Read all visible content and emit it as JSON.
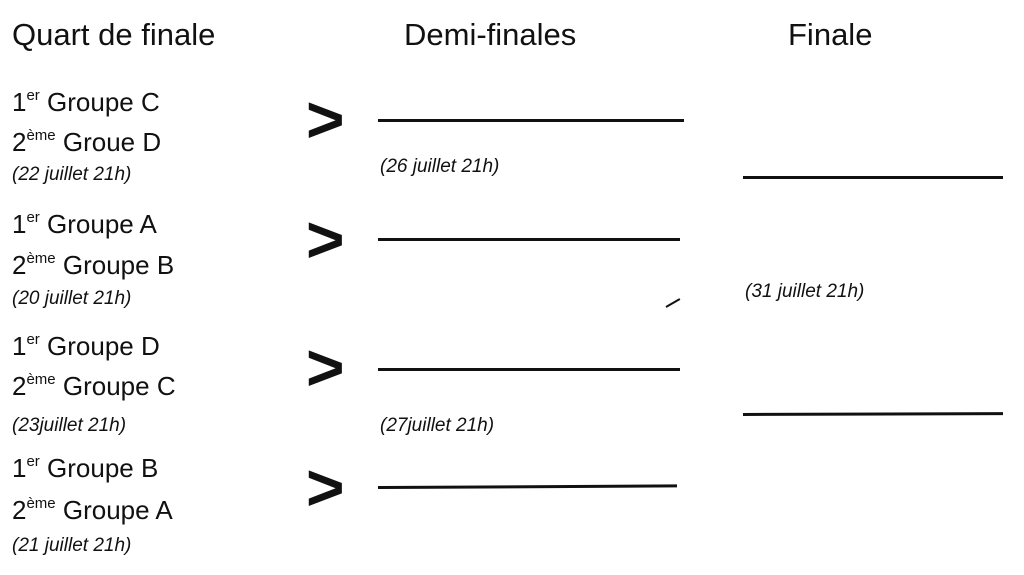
{
  "headers": {
    "quarter": "Quart de finale",
    "semi": "Demi-finales",
    "final": "Finale"
  },
  "quarterfinals": [
    {
      "team1": {
        "rank": "1",
        "sup": "er",
        "group": " Groupe C"
      },
      "team2": {
        "rank": "2",
        "sup": "ème",
        "group": " Groue D"
      },
      "date": "(22 juillet 21h)"
    },
    {
      "team1": {
        "rank": "1",
        "sup": "er",
        "group": " Groupe A"
      },
      "team2": {
        "rank": "2",
        "sup": "ème",
        "group": " Groupe B"
      },
      "date": "(20 juillet 21h)"
    },
    {
      "team1": {
        "rank": "1",
        "sup": "er",
        "group": " Groupe D"
      },
      "team2": {
        "rank": "2",
        "sup": "ème",
        "group": " Groupe C"
      },
      "date": "(23juillet 21h)"
    },
    {
      "team1": {
        "rank": "1",
        "sup": "er",
        "group": " Groupe B"
      },
      "team2": {
        "rank": "2",
        "sup": "ème",
        "group": " Groupe A"
      },
      "date": "(21 juillet 21h)"
    }
  ],
  "arrow_glyph": ">",
  "semifinals": [
    {
      "date": "(26 juillet 21h)"
    },
    {
      "date": "(27juillet 21h)"
    }
  ],
  "final": {
    "date": "(31 juillet 21h)"
  }
}
